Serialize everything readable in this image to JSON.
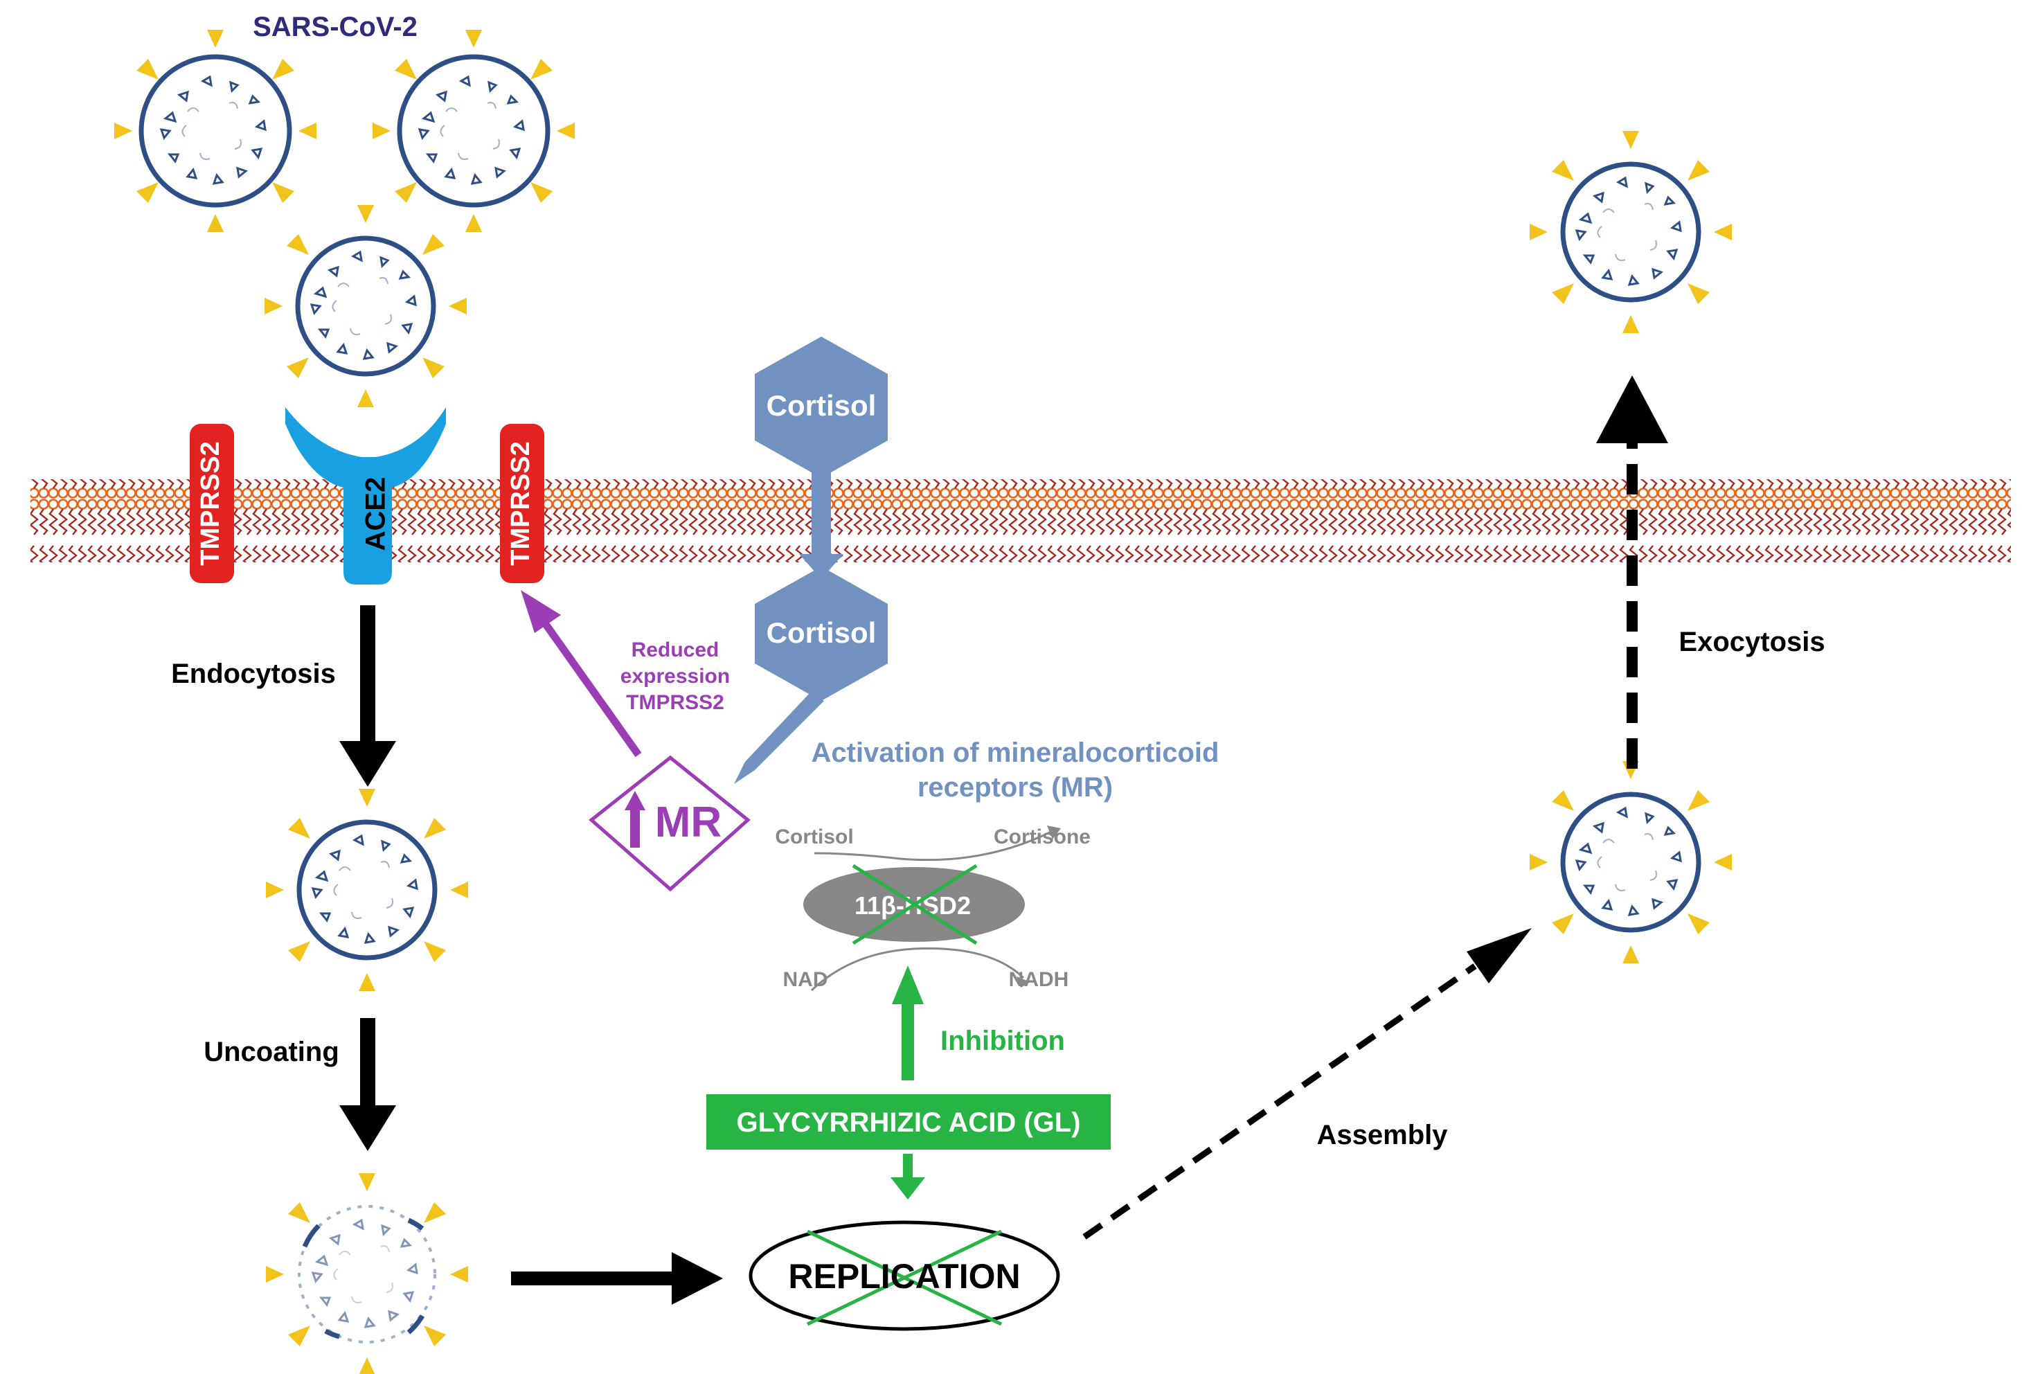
{
  "title": "SARS-CoV-2",
  "membrane_proteins": {
    "ace2": "ACE2",
    "tmprss2_left": "TMPRSS2",
    "tmprss2_right": "TMPRSS2"
  },
  "cortisol": {
    "outer": "Cortisol",
    "inner": "Cortisol"
  },
  "steps": {
    "endocytosis": "Endocytosis",
    "uncoating": "Uncoating",
    "assembly": "Assembly",
    "exocytosis": "Exocytosis",
    "replication": "REPLICATION"
  },
  "mr": {
    "label": "MR",
    "reduced_line1": "Reduced",
    "reduced_line2": "expression",
    "reduced_line3": "TMPRSS2",
    "activation_line1": "Activation of mineralocorticoid",
    "activation_line2": "receptors (MR)"
  },
  "enzyme": {
    "name": "11β-HSD2",
    "substrate": "Cortisol",
    "product": "Cortisone",
    "cofactor_in": "NAD",
    "cofactor_out": "NADH"
  },
  "inhibition": "Inhibition",
  "drug": "GLYCYRRHIZIC ACID (GL)",
  "colors": {
    "virus_outline": "#2e4f86",
    "spike": "#f2c31a",
    "membrane": "#e9641c",
    "membrane_tail": "#a42820",
    "tmprss2": "#e32222",
    "ace2": "#18a0e0",
    "cortisol": "#7191c0",
    "mr": "#9b3eb5",
    "drug_green": "#27b445",
    "enzyme_gray": "#878787",
    "title_navy": "#2e2b7a"
  }
}
